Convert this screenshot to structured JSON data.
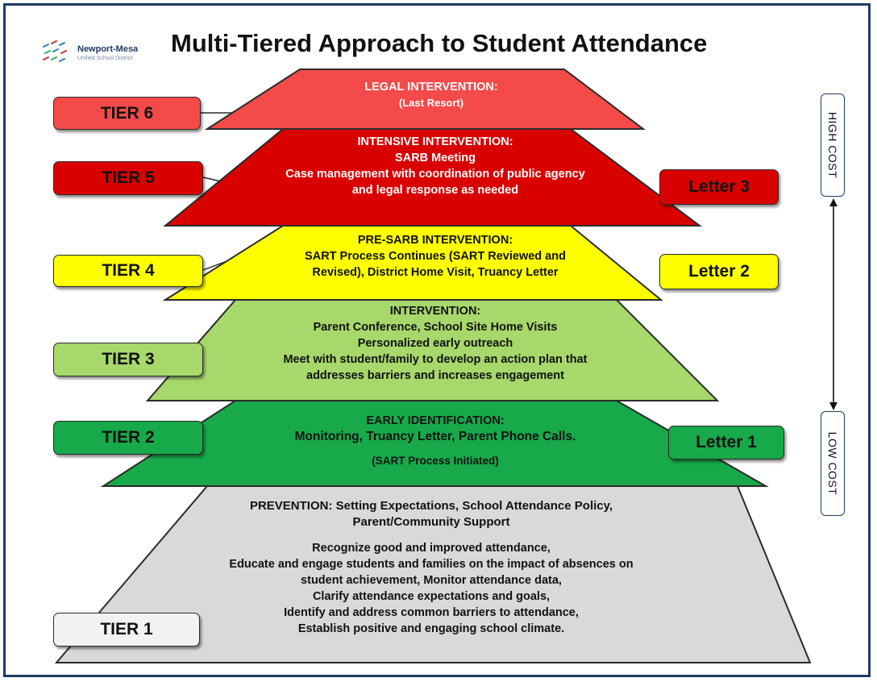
{
  "title": "Multi-Tiered Approach to Student Attendance",
  "logo": {
    "name": "Newport-Mesa",
    "subtitle": "Unified School District"
  },
  "tiers": {
    "t6": {
      "label": "TIER 6",
      "lines": [
        "LEGAL INTERVENTION:",
        "(Last Resort)"
      ]
    },
    "t5": {
      "label": "TIER 5",
      "lines": [
        "INTENSIVE INTERVENTION:",
        "SARB Meeting",
        "Case management with coordination of public agency",
        "and legal response as needed"
      ]
    },
    "t4": {
      "label": "TIER 4",
      "lines": [
        "PRE-SARB INTERVENTION:",
        "SART Process Continues (SART Reviewed and",
        "Revised), District Home Visit, Truancy Letter"
      ]
    },
    "t3": {
      "label": "TIER 3",
      "lines": [
        "INTERVENTION:",
        "Parent Conference, School Site Home Visits",
        "Personalized early outreach",
        "Meet with student/family to develop an action plan that",
        "addresses barriers and increases engagement"
      ]
    },
    "t2": {
      "label": "TIER 2",
      "lines": [
        "EARLY IDENTIFICATION:",
        "Monitoring, Truancy Letter, Parent Phone Calls.",
        "(SART Process Initiated)"
      ]
    },
    "t1": {
      "label": "TIER 1",
      "lines": [
        "PREVENTION: Setting Expectations, School Attendance Policy,",
        "Parent/Community Support",
        "Recognize good and improved attendance,",
        "Educate and engage students and families on the impact of absences on",
        "student achievement, Monitor attendance data,",
        "Clarify attendance expectations and goals,",
        "Identify and address common barriers to attendance,",
        "Establish positive and engaging school climate."
      ]
    }
  },
  "letters": {
    "l3": "Letter 3",
    "l2": "Letter 2",
    "l1": "Letter 1"
  },
  "cost": {
    "high": "HIGH COST",
    "low": "LOW COST"
  },
  "colors": {
    "tier6": "#f44a4a",
    "tier5": "#d90000",
    "tier4": "#ffff00",
    "tier3": "#a7d86b",
    "tier2": "#17a94a",
    "tier1": "#d9d9d9",
    "border": "#1f3b63"
  }
}
